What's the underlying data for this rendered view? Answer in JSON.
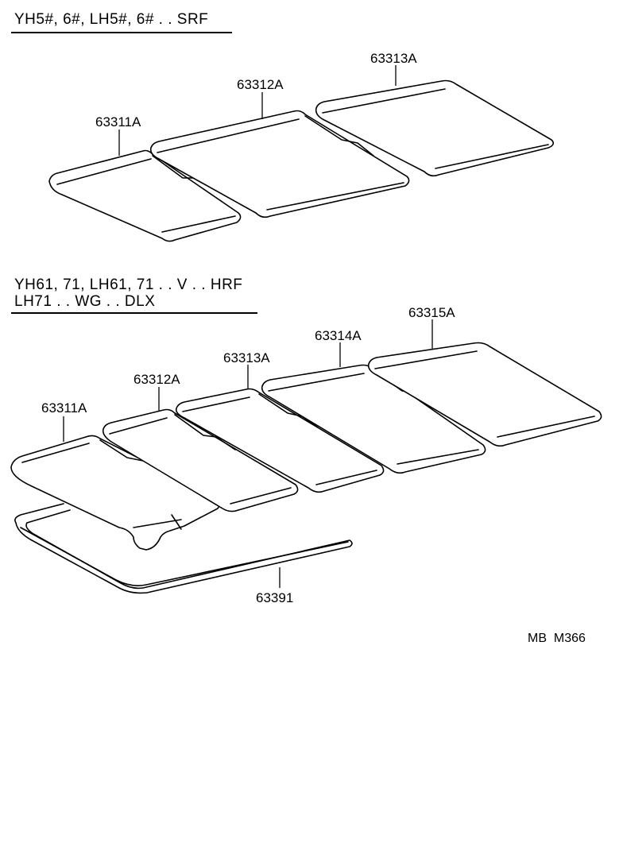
{
  "section_srf": {
    "heading": "YH5#, 6#, LH5#, 6# . . SRF",
    "parts": [
      "63311A",
      "63312A",
      "63313A"
    ]
  },
  "section_hrf": {
    "heading_line1": "YH61, 71, LH61, 71 . . V . . HRF",
    "heading_line2": "LH71 . . WG . . DLX",
    "parts": [
      "63311A",
      "63312A",
      "63313A",
      "63314A",
      "63315A"
    ],
    "seal_part": "63391"
  },
  "diagram_code": "MB  M366"
}
